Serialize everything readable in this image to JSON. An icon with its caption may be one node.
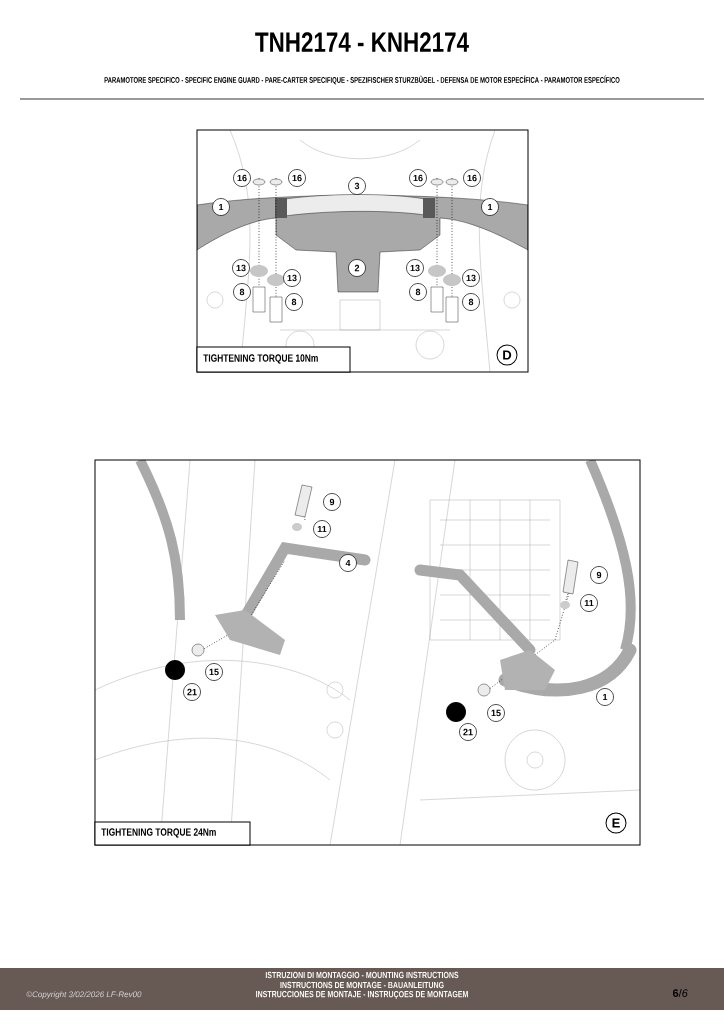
{
  "diagram": {
    "title": "TNH2174 - KNH2174",
    "labels": [
      "PARAMOTORE SPECIFICO  -  SPECIFIC ENGINE GUARD - PARE-CARTER SPECIFIQUE - SPEZIFISCHER STURZBÜGEL - DEFENSA DE MOTOR ESPECÍFICA - PARAMOTOR ESPECÍFICO",
      "16",
      "16",
      "16",
      "16",
      "3",
      "1",
      "1",
      "2",
      "13",
      "13",
      "13",
      "13",
      "8",
      "8",
      "8",
      "8",
      "TIGHTENING TORQUE 10Nm",
      "D",
      "9",
      "11",
      "4",
      "9",
      "11",
      "15",
      "21",
      "1",
      "15",
      "21",
      "TIGHTENING TORQUE 24Nm",
      "E",
      "ISTRUZIONI DI MONTAGGIO  -  MOUNTING INSTRUCTIONS",
      "INSTRUCTIONS DE MONTAGE - BAUANLEITUNG",
      "INSTRUCCIONES DE MONTAJE - INSTRUÇOES DE MONTAGEM",
      "©Copyright 3/02/2026 LF-Rev00",
      "**6**/*6*"
    ]
  }
}
